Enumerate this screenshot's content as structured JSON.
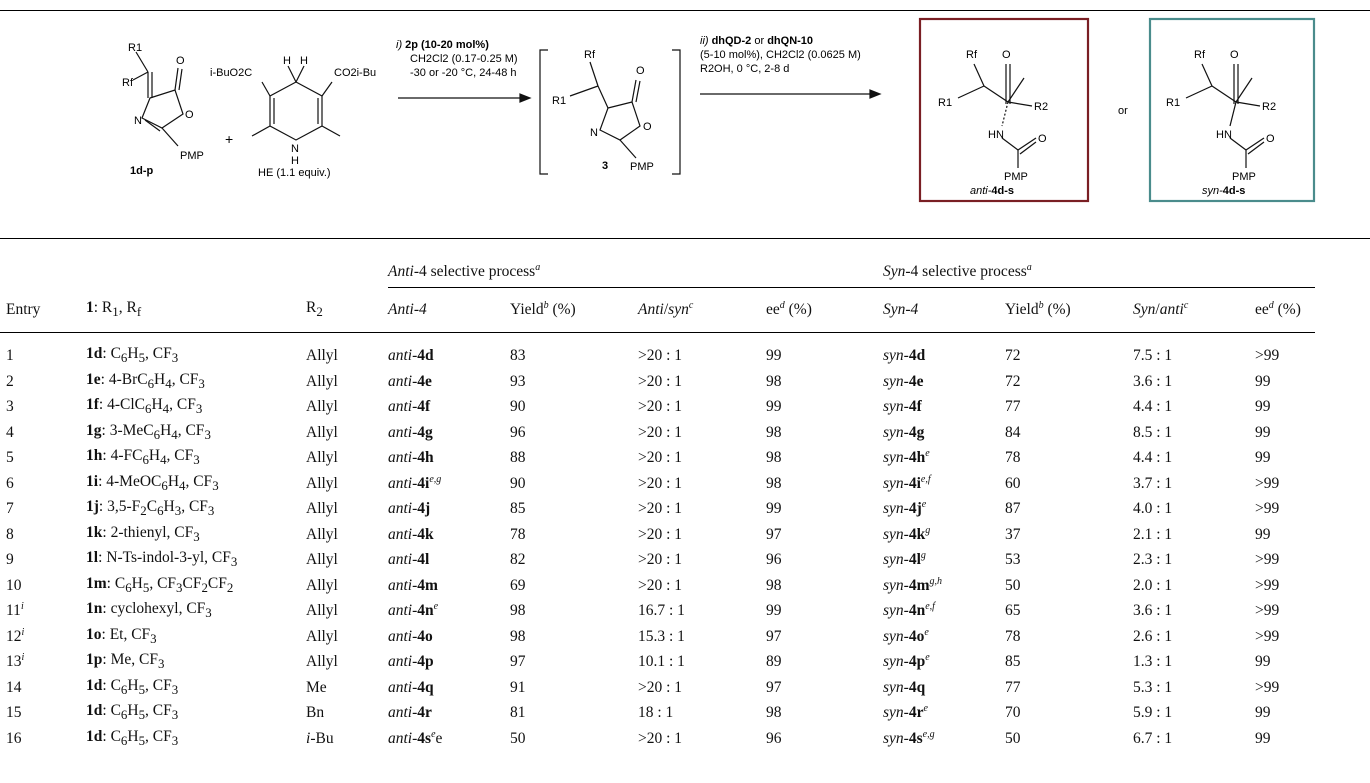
{
  "scheme": {
    "r1": "R1",
    "rf": "Rf",
    "o": "O",
    "n": "N",
    "pmp": "PMP",
    "sm_label": "1d-p",
    "plus": "+",
    "he_left": "i-BuO2C",
    "he_right": "CO2i-Bu",
    "he_label": "HE (1.1 equiv.)",
    "h": "H",
    "step1_line1": "2p (10-20 mol%)",
    "step1_prefix": "i)",
    "step1_line2": "CH2Cl2 (0.17-0.25 M)",
    "step1_line3": "-30 or -20 °C, 24-48 h",
    "int_label": "3",
    "step2_prefix": "ii)",
    "step2_line1a": "dhQD-2",
    "step2_line1b": " or ",
    "step2_line1c": "dhQN-10",
    "step2_line2": "(5-10 mol%), CH2Cl2 (0.0625 M)",
    "step2_line3": "R2OH, 0 °C, 2-8 d",
    "or": "or",
    "or2": "R2",
    "anti_label_a": "anti-",
    "anti_label_b": "4d-s",
    "syn_label_a": "syn-",
    "syn_label_b": "4d-s",
    "anti_color": "#7a1f24",
    "syn_color": "#4a8c8c"
  },
  "table": {
    "group_anti_a": "Anti",
    "group_anti_b": "-4 selective process",
    "group_syn_a": "Syn",
    "group_syn_b": "-4 selective process",
    "group_sup": "a",
    "headers": {
      "entry": "Entry",
      "sm_a": "1",
      "sm_b": ": R",
      "sm_c": "1",
      "sm_d": ", R",
      "sm_e": "f",
      "r2_a": "R",
      "r2_b": "2",
      "anti4_a": "Anti",
      "anti4_b": "-4",
      "yield": "Yield",
      "yield_sup": "b",
      "pct": " (%)",
      "antisyn_a": "Anti",
      "antisyn_b": "/",
      "antisyn_c": "syn",
      "antisyn_sup": "c",
      "ee": "ee",
      "ee_sup": "d",
      "syn4_a": "Syn",
      "syn4_b": "-4",
      "synanti_a": "Syn",
      "synanti_b": "/",
      "synanti_c": "anti",
      "synanti_sup": "c"
    },
    "rows": [
      {
        "entry": "1",
        "entry_sup": "",
        "cmp": "1d",
        "sub": "C6H5, CF3",
        "r2": "Allyl",
        "a_pre": "anti-",
        "a_cmp": "4d",
        "a_sup": "",
        "a_yield": "83",
        "a_dr": ">20 : 1",
        "a_ee": "99",
        "s_pre": "syn-",
        "s_cmp": "4d",
        "s_sup": "",
        "s_yield": "72",
        "s_dr": "7.5 : 1",
        "s_ee": ">99"
      },
      {
        "entry": "2",
        "entry_sup": "",
        "cmp": "1e",
        "sub": "4-BrC6H4, CF3",
        "r2": "Allyl",
        "a_pre": "anti-",
        "a_cmp": "4e",
        "a_sup": "",
        "a_yield": "93",
        "a_dr": ">20 : 1",
        "a_ee": "98",
        "s_pre": "syn-",
        "s_cmp": "4e",
        "s_sup": "",
        "s_yield": "72",
        "s_dr": "3.6 : 1",
        "s_ee": "99"
      },
      {
        "entry": "3",
        "entry_sup": "",
        "cmp": "1f",
        "sub": "4-ClC6H4, CF3",
        "r2": "Allyl",
        "a_pre": "anti-",
        "a_cmp": "4f",
        "a_sup": "",
        "a_yield": "90",
        "a_dr": ">20 : 1",
        "a_ee": "99",
        "s_pre": "syn-",
        "s_cmp": "4f",
        "s_sup": "",
        "s_yield": "77",
        "s_dr": "4.4 : 1",
        "s_ee": "99"
      },
      {
        "entry": "4",
        "entry_sup": "",
        "cmp": "1g",
        "sub": "3-MeC6H4, CF3",
        "r2": "Allyl",
        "a_pre": "anti-",
        "a_cmp": "4g",
        "a_sup": "",
        "a_yield": "96",
        "a_dr": ">20 : 1",
        "a_ee": "98",
        "s_pre": "syn-",
        "s_cmp": "4g",
        "s_sup": "",
        "s_yield": "84",
        "s_dr": "8.5 : 1",
        "s_ee": "99"
      },
      {
        "entry": "5",
        "entry_sup": "",
        "cmp": "1h",
        "sub": "4-FC6H4, CF3",
        "r2": "Allyl",
        "a_pre": "anti-",
        "a_cmp": "4h",
        "a_sup": "",
        "a_yield": "88",
        "a_dr": ">20 : 1",
        "a_ee": "98",
        "s_pre": "syn-",
        "s_cmp": "4h",
        "s_sup": "e",
        "s_yield": "78",
        "s_dr": "4.4 : 1",
        "s_ee": "99"
      },
      {
        "entry": "6",
        "entry_sup": "",
        "cmp": "1i",
        "sub": "4-MeOC6H4, CF3",
        "r2": "Allyl",
        "a_pre": "anti-",
        "a_cmp": "4i",
        "a_sup": "e,g",
        "a_yield": "90",
        "a_dr": ">20 : 1",
        "a_ee": "98",
        "s_pre": "syn-",
        "s_cmp": "4i",
        "s_sup": "e,f",
        "s_yield": "60",
        "s_dr": "3.7 : 1",
        "s_ee": ">99"
      },
      {
        "entry": "7",
        "entry_sup": "",
        "cmp": "1j",
        "sub": "3,5-F2C6H3, CF3",
        "r2": "Allyl",
        "a_pre": "anti-",
        "a_cmp": "4j",
        "a_sup": "",
        "a_yield": "85",
        "a_dr": ">20 : 1",
        "a_ee": "99",
        "s_pre": "syn-",
        "s_cmp": "4j",
        "s_sup": "e",
        "s_yield": "87",
        "s_dr": "4.0 : 1",
        "s_ee": ">99"
      },
      {
        "entry": "8",
        "entry_sup": "",
        "cmp": "1k",
        "sub": "2-thienyl, CF3",
        "r2": "Allyl",
        "a_pre": "anti-",
        "a_cmp": "4k",
        "a_sup": "",
        "a_yield": "78",
        "a_dr": ">20 : 1",
        "a_ee": "97",
        "s_pre": "syn-",
        "s_cmp": "4k",
        "s_sup": "g",
        "s_yield": "37",
        "s_dr": "2.1 : 1",
        "s_ee": "99"
      },
      {
        "entry": "9",
        "entry_sup": "",
        "cmp": "1l",
        "sub": "N-Ts-indol-3-yl, CF3",
        "r2": "Allyl",
        "a_pre": "anti-",
        "a_cmp": "4l",
        "a_sup": "",
        "a_yield": "82",
        "a_dr": ">20 : 1",
        "a_ee": "96",
        "s_pre": "syn-",
        "s_cmp": "4l",
        "s_sup": "g",
        "s_yield": "53",
        "s_dr": "2.3 : 1",
        "s_ee": ">99"
      },
      {
        "entry": "10",
        "entry_sup": "",
        "cmp": "1m",
        "sub": "C6H5, CF3CF2CF2",
        "r2": "Allyl",
        "a_pre": "anti-",
        "a_cmp": "4m",
        "a_sup": "",
        "a_yield": "69",
        "a_dr": ">20 : 1",
        "a_ee": "98",
        "s_pre": "syn-",
        "s_cmp": "4m",
        "s_sup": "g,h",
        "s_yield": "50",
        "s_dr": "2.0 : 1",
        "s_ee": ">99"
      },
      {
        "entry": "11",
        "entry_sup": "i",
        "cmp": "1n",
        "sub": "cyclohexyl, CF3",
        "r2": "Allyl",
        "a_pre": "anti-",
        "a_cmp": "4n",
        "a_sup": "e",
        "a_yield": "98",
        "a_dr": "16.7 : 1",
        "a_ee": "99",
        "s_pre": "syn-",
        "s_cmp": "4n",
        "s_sup": "e,f",
        "s_yield": "65",
        "s_dr": "3.6 : 1",
        "s_ee": ">99"
      },
      {
        "entry": "12",
        "entry_sup": "i",
        "cmp": "1o",
        "sub": "Et, CF3",
        "r2": "Allyl",
        "a_pre": "anti-",
        "a_cmp": "4o",
        "a_sup": "",
        "a_yield": "98",
        "a_dr": "15.3 : 1",
        "a_ee": "97",
        "s_pre": "syn-",
        "s_cmp": "4o",
        "s_sup": "e",
        "s_yield": "78",
        "s_dr": "2.6 : 1",
        "s_ee": ">99"
      },
      {
        "entry": "13",
        "entry_sup": "i",
        "cmp": "1p",
        "sub": "Me, CF3",
        "r2": "Allyl",
        "a_pre": "anti-",
        "a_cmp": "4p",
        "a_sup": "",
        "a_yield": "97",
        "a_dr": "10.1 : 1",
        "a_ee": "89",
        "s_pre": "syn-",
        "s_cmp": "4p",
        "s_sup": "e",
        "s_yield": "85",
        "s_dr": "1.3 : 1",
        "s_ee": "99"
      },
      {
        "entry": "14",
        "entry_sup": "",
        "cmp": "1d",
        "sub": "C6H5, CF3",
        "r2": "Me",
        "a_pre": "anti-",
        "a_cmp": "4q",
        "a_sup": "",
        "a_yield": "91",
        "a_dr": ">20 : 1",
        "a_ee": "97",
        "s_pre": "syn-",
        "s_cmp": "4q",
        "s_sup": "",
        "s_yield": "77",
        "s_dr": "5.3 : 1",
        "s_ee": ">99"
      },
      {
        "entry": "15",
        "entry_sup": "",
        "cmp": "1d",
        "sub": "C6H5, CF3",
        "r2": "Bn",
        "a_pre": "anti-",
        "a_cmp": "4r",
        "a_sup": "",
        "a_yield": "81",
        "a_dr": "18 : 1",
        "a_ee": "98",
        "s_pre": "syn-",
        "s_cmp": "4r",
        "s_sup": "e",
        "s_yield": "70",
        "s_dr": "5.9 : 1",
        "s_ee": "99"
      },
      {
        "entry": "16",
        "entry_sup": "",
        "cmp": "1d",
        "sub": "C6H5, CF3",
        "r2": "i-Bu",
        "a_pre": "anti-",
        "a_cmp": "4s",
        "a_sup": "e",
        "a_tail": "e",
        "a_yield": "50",
        "a_dr": ">20 : 1",
        "a_ee": "96",
        "s_pre": "syn-",
        "s_cmp": "4s",
        "s_sup": "e,g",
        "s_yield": "50",
        "s_dr": "6.7 : 1",
        "s_ee": "99"
      }
    ]
  }
}
